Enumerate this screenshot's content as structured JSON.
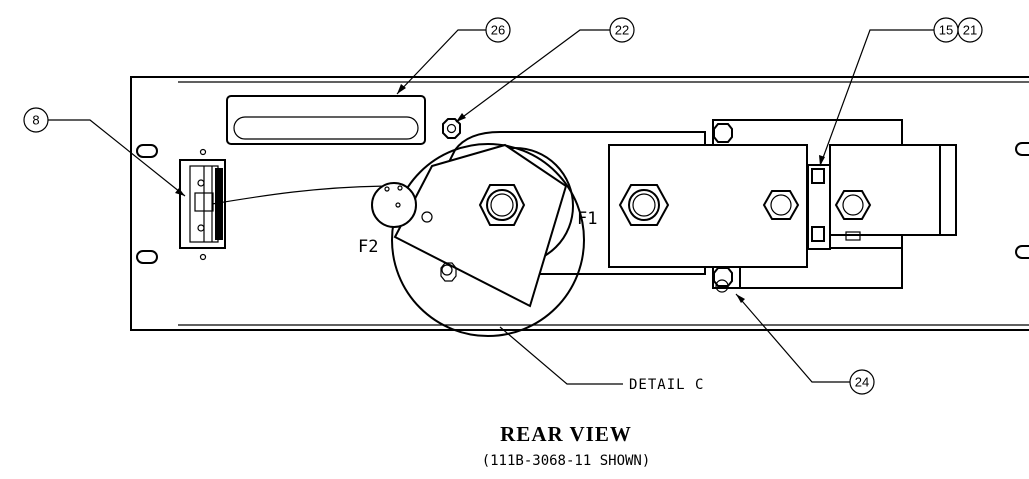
{
  "callouts": {
    "c8": "8",
    "c26": "26",
    "c22": "22",
    "c15": "15",
    "c21": "21",
    "c24": "24"
  },
  "labels": {
    "f1": "F1",
    "f2": "F2",
    "detail": "DETAIL C"
  },
  "caption": {
    "title": "REAR VIEW",
    "subtitle": "(111B-3068-11 SHOWN)"
  }
}
